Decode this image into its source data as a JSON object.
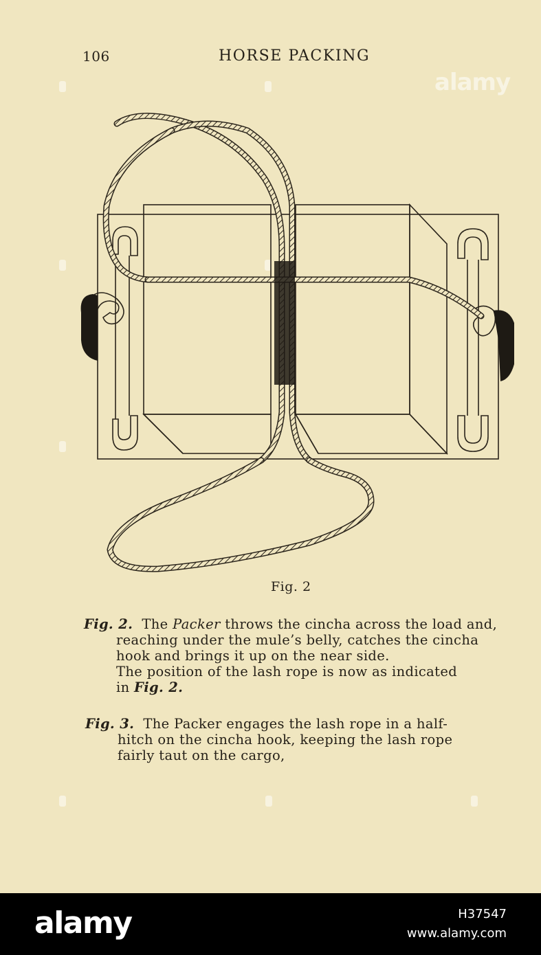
{
  "page": {
    "number": "106",
    "running_head": "HORSE PACKING"
  },
  "figure": {
    "caption": "Fig. 2"
  },
  "paragraphs": [
    {
      "label": "Fig. 2.",
      "lines": [
        {
          "before": "The ",
          "italic": "Packer",
          "after": " throws the cincha across the load and,"
        },
        {
          "text": "reaching under the mule’s belly, catches the cincha"
        },
        {
          "text": "hook and brings it up on the near side."
        },
        {
          "text": "The position of the lash rope is now as indicated"
        },
        {
          "before": "in ",
          "italic": "Fig. 2.",
          "after": ""
        }
      ]
    },
    {
      "label": "Fig. 3.",
      "lines": [
        {
          "text": "The Packer engages the lash rope in a half-"
        },
        {
          "text": "hitch on the cincha hook, keeping the lash rope"
        },
        {
          "text": "fairly taut on the cargo,"
        }
      ]
    }
  ],
  "watermark": {
    "logo": "alamy"
  },
  "footer": {
    "logo": "alamy",
    "image_code": "H37547",
    "url": "www.alamy.com"
  }
}
